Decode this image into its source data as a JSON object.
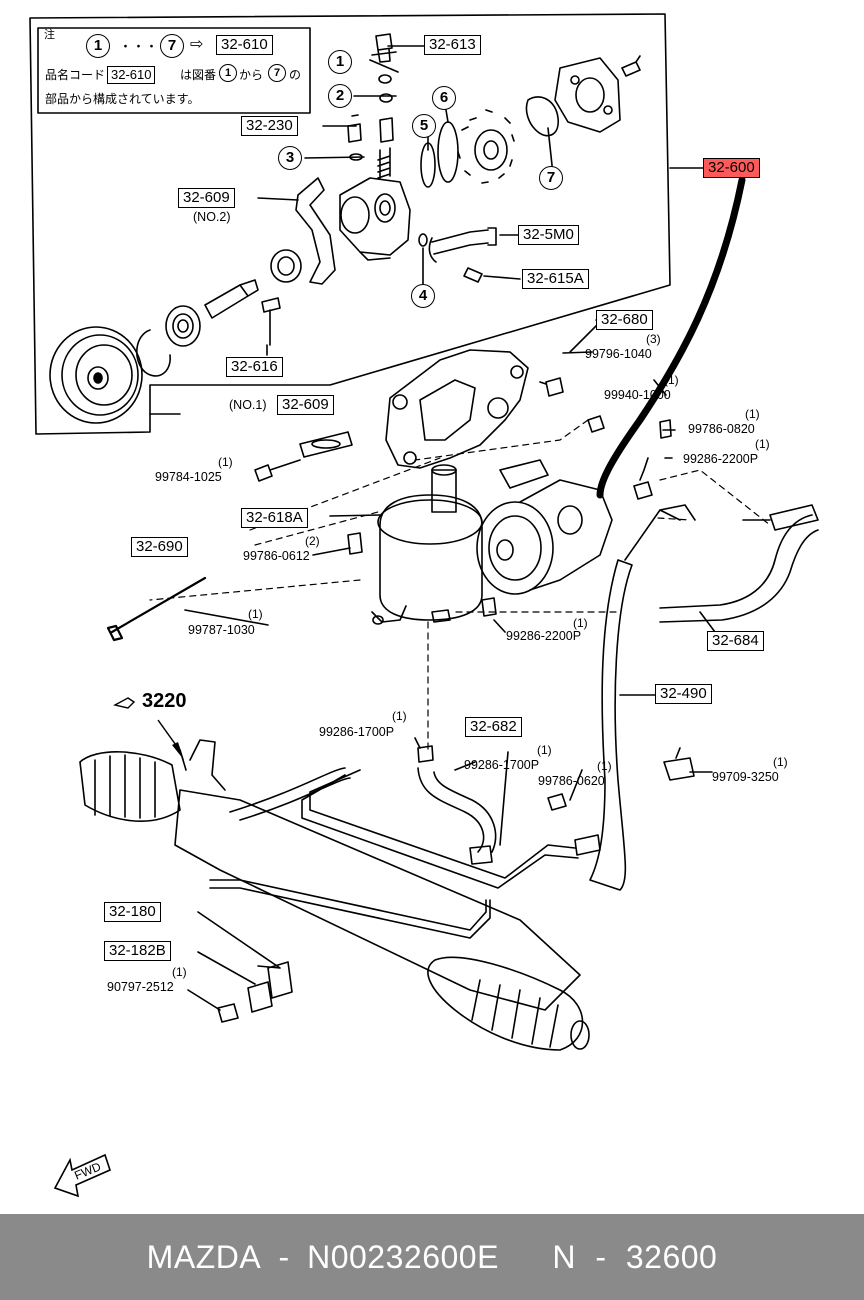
{
  "inset_note": {
    "header": "注",
    "range_start": "1",
    "range_sep": "・・・",
    "range_end": "7",
    "arrow": "⇨",
    "range_code": "32-610",
    "line2_prefix": "品名コード",
    "line2_code": "32-610",
    "line2_mid": "は図番",
    "line2_from": "1",
    "line2_kara": "から",
    "line2_to": "7",
    "line2_suffix": "の",
    "line3": "部品から構成されています。"
  },
  "callouts": {
    "c1": "1",
    "c2": "2",
    "c3": "3",
    "c4": "4",
    "c5": "5",
    "c6": "6",
    "c7": "7"
  },
  "labels": {
    "p32613": "32-613",
    "p32230": "32-230",
    "p32609_no2": "32-609",
    "no2": "(NO.2)",
    "p325m0": "32-5M0",
    "p32615a": "32-615A",
    "p32616": "32-616",
    "p32600": "32-600",
    "p32680": "32-680",
    "no1": "(NO.1)",
    "p32609_no1": "32-609",
    "p32618a": "32-618A",
    "p32690": "32-690",
    "p32684": "32-684",
    "p32490": "32-490",
    "p32682": "32-682",
    "p32180": "32-180",
    "p32182b": "32-182B",
    "ref3220": "3220",
    "fwd": "FWD"
  },
  "fasteners": [
    {
      "code": "99796-1040",
      "qty": "(3)"
    },
    {
      "code": "99940-1000",
      "qty": "(1)"
    },
    {
      "code": "99786-0820",
      "qty": "(1)"
    },
    {
      "code": "99286-2200P",
      "qty": "(1)"
    },
    {
      "code": "99784-1025",
      "qty": "(1)"
    },
    {
      "code": "99786-0612",
      "qty": "(2)"
    },
    {
      "code": "99787-1030",
      "qty": "(1)"
    },
    {
      "code": "99286-2200P",
      "qty": "(1)"
    },
    {
      "code": "99286-1700P",
      "qty": "(1)"
    },
    {
      "code": "99286-1700P",
      "qty": "(1)"
    },
    {
      "code": "99786-0620",
      "qty": "(1)"
    },
    {
      "code": "99709-3250",
      "qty": "(1)"
    },
    {
      "code": "90797-2512",
      "qty": "(1)"
    }
  ],
  "footer": {
    "brand": "MAZDA",
    "sep1": "-",
    "part_number": "N00232600E",
    "group_prefix": "N",
    "sep2": "-",
    "group_code": "32600"
  },
  "colors": {
    "highlight": "#ff5a5a",
    "footer_bg": "#8a8a8a",
    "footer_text": "#ffffff"
  }
}
